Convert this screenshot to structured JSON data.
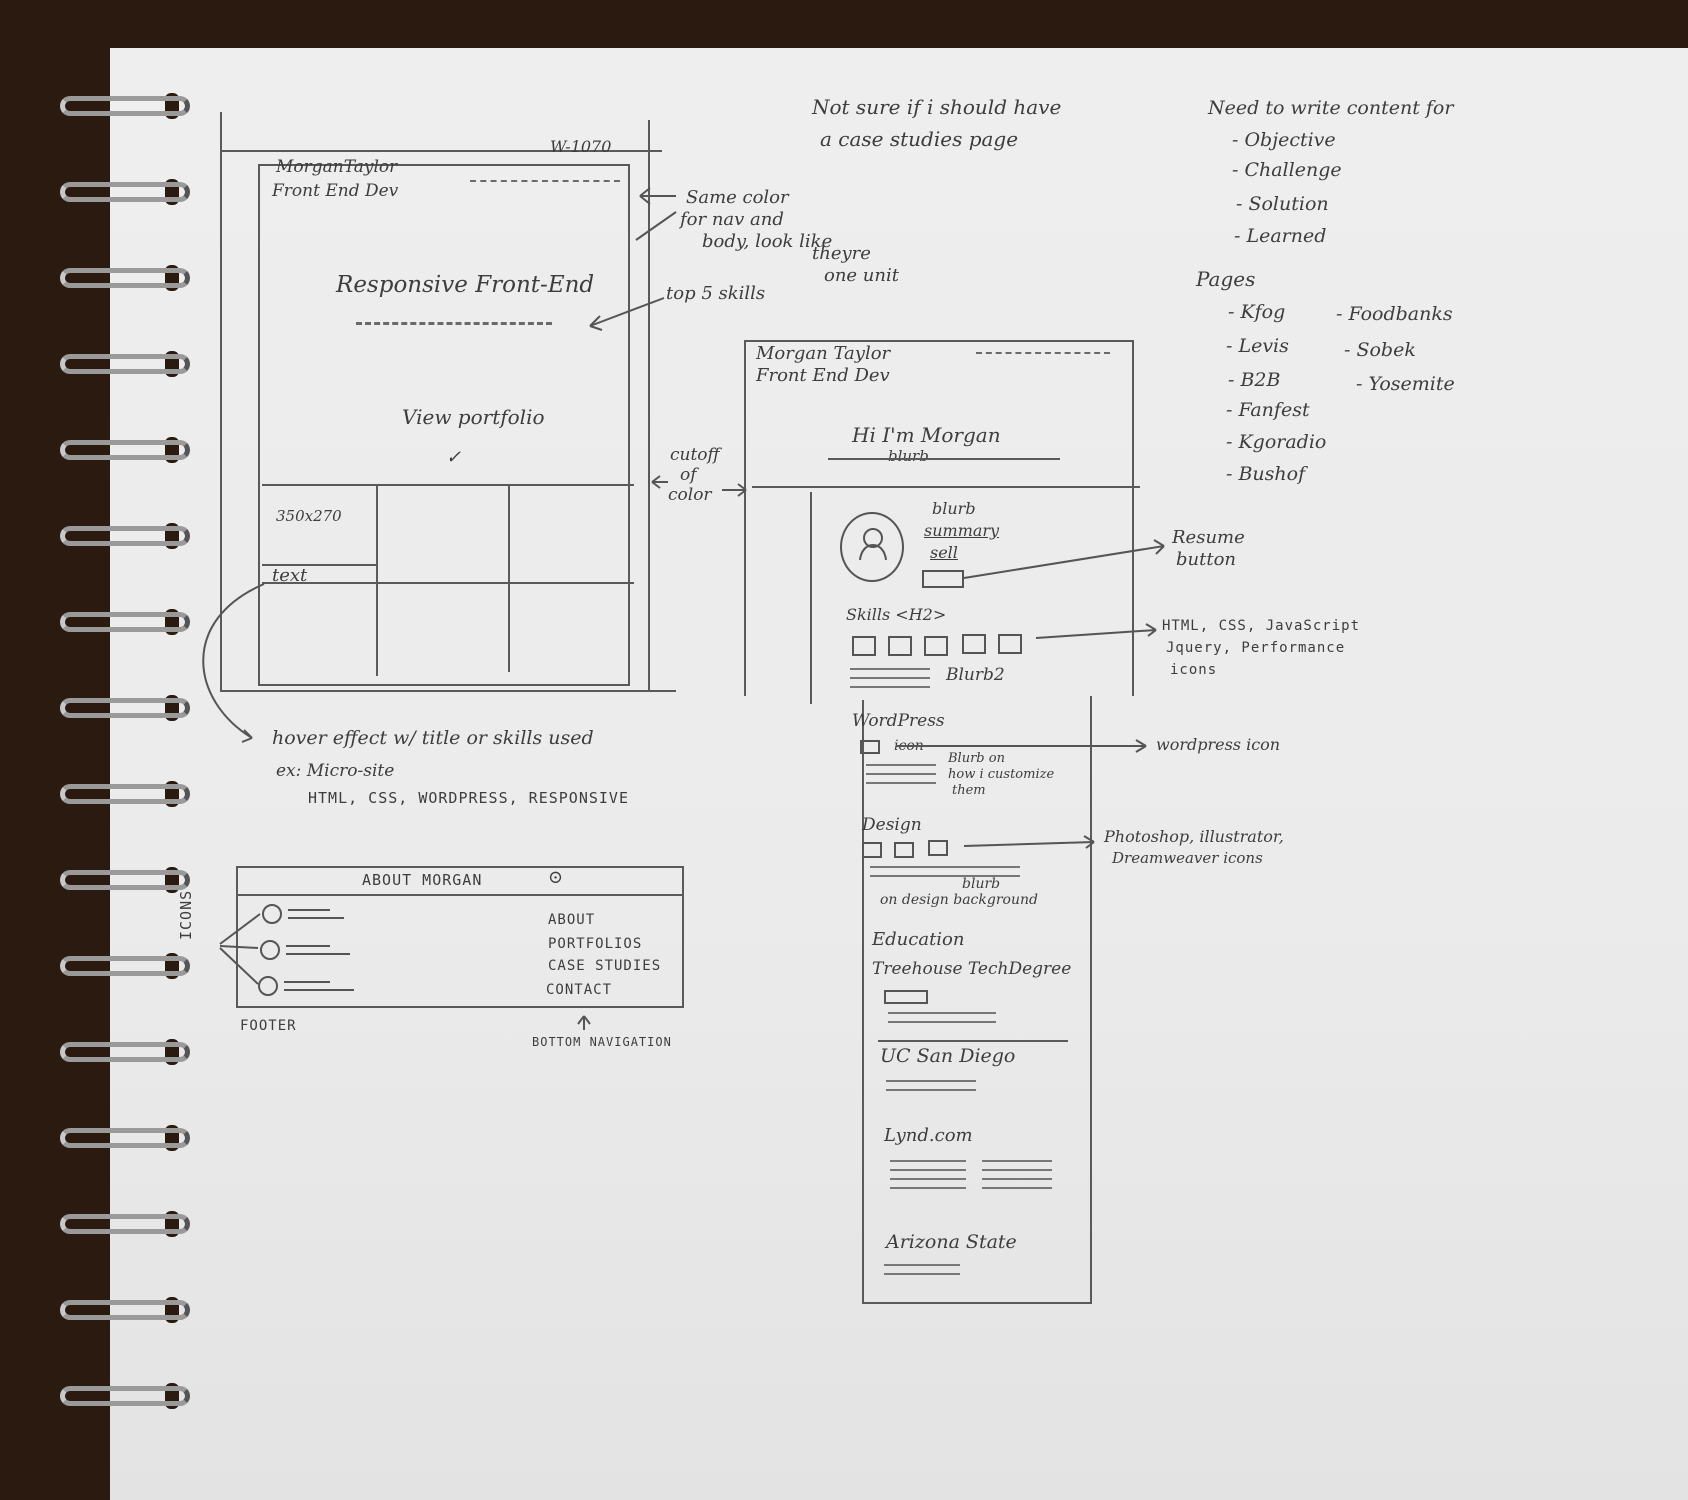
{
  "notes": {
    "case_studies": [
      "Not sure if i should have",
      "a case studies page"
    ],
    "content_heading": "Need to write content for",
    "content_items": [
      "- Objective",
      "- Challenge",
      "- Solution",
      "- Learned"
    ],
    "pages_heading": "Pages",
    "pages_col1": [
      "- Kfog",
      "- Levis",
      "- B2B",
      "- Fanfest",
      "- Kgoradio",
      "- Bushof"
    ],
    "pages_col2": [
      "- Foodbanks",
      "- Sobek",
      "- Yosemite"
    ]
  },
  "desktop_sketch": {
    "width_label": "W-1070",
    "logo_line1": "MorganTaylor",
    "logo_line2": "Front End Dev",
    "hero_title": "Responsive Front-End",
    "hero_cta": "View portfolio",
    "hero_cta_arrow": "✓",
    "tile_size": "350x270",
    "tile_text": "text"
  },
  "annotations": {
    "same_color": [
      "Same color",
      "for nav and",
      "body, look like",
      "theyre",
      "one unit"
    ],
    "top_skills": "top 5 skills",
    "cutoff": [
      "cutoff",
      "of",
      "color"
    ],
    "hover_effect": "hover effect w/ title or skills used",
    "hover_example": "ex: Micro-site",
    "hover_skills": "HTML, CSS, WORDPRESS, RESPONSIVE",
    "resume_button": [
      "Resume",
      "button"
    ],
    "skills_icons": [
      "HTML, CSS, JavaScript",
      "Jquery, Performance",
      "icons"
    ],
    "wordpress_icon": "wordpress icon",
    "design_icons": [
      "Photoshop, illustrator,",
      "Dreamweaver icons"
    ]
  },
  "footer_sketch": {
    "header": "ABOUT MORGAN",
    "header_icon": "⊙",
    "nav": [
      "ABOUT",
      "PORTFOLIOS",
      "CASE STUDIES",
      "CONTACT"
    ],
    "icons_label": "ICONS",
    "footer_label": "FOOTER",
    "bottom_nav_label": "BOTTOM NAVIGATION"
  },
  "mobile_sketch": {
    "logo_line1": "Morgan Taylor",
    "logo_line2": "Front End Dev",
    "greeting": "Hi I'm Morgan",
    "greeting_blurb": "blurb",
    "about_lines": [
      "blurb",
      "summary",
      "sell"
    ],
    "skills_heading": "Skills <H2>",
    "skills_blurb": "Blurb2",
    "wordpress_heading": "WordPress",
    "wordpress_icon_label": "icon",
    "wordpress_blurb": [
      "Blurb on",
      "how i customize",
      "them"
    ],
    "design_heading": "Design",
    "design_blurb": [
      "blurb",
      "on design background"
    ],
    "education_heading": "Education",
    "schools": [
      "Treehouse TechDegree",
      "UC San Diego",
      "Lynd.com",
      "Arizona State"
    ]
  }
}
